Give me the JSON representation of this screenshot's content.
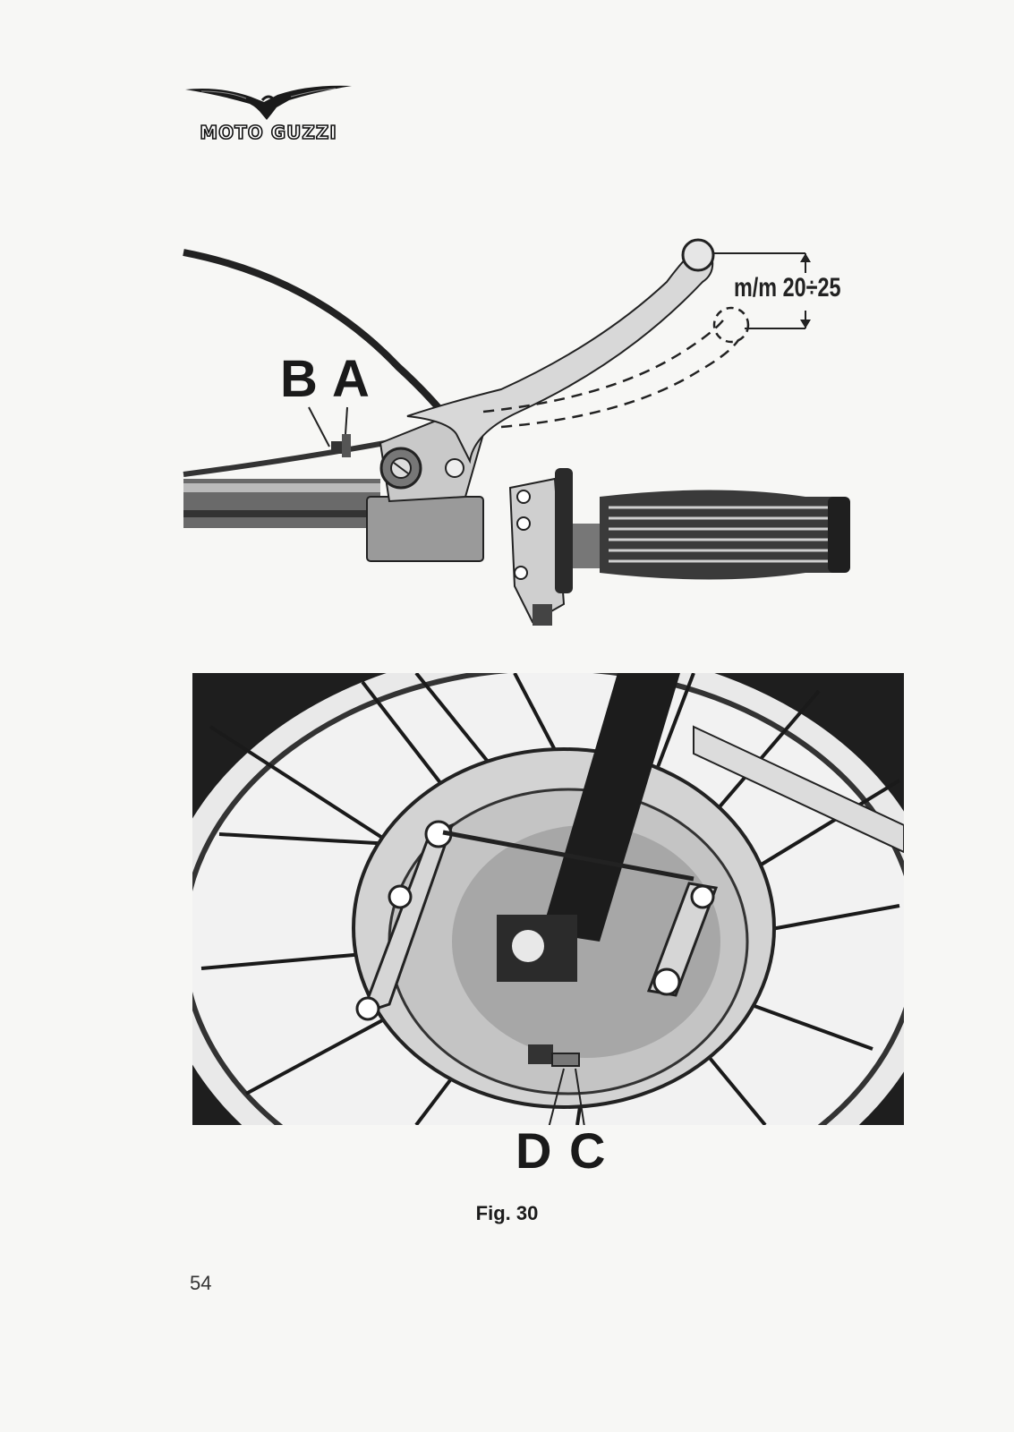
{
  "header": {
    "brand": "MOTO GUZZI",
    "logo_icon": "eagle-logo-icon"
  },
  "figure": {
    "caption": "Fig. 30",
    "labels": {
      "a": "A",
      "b": "B",
      "c": "C",
      "d": "D"
    },
    "measurement": "m/m 20÷25",
    "top_image": "front-brake-lever-photo",
    "bottom_image": "front-drum-brake-photo"
  },
  "footer": {
    "page_number": "54"
  }
}
